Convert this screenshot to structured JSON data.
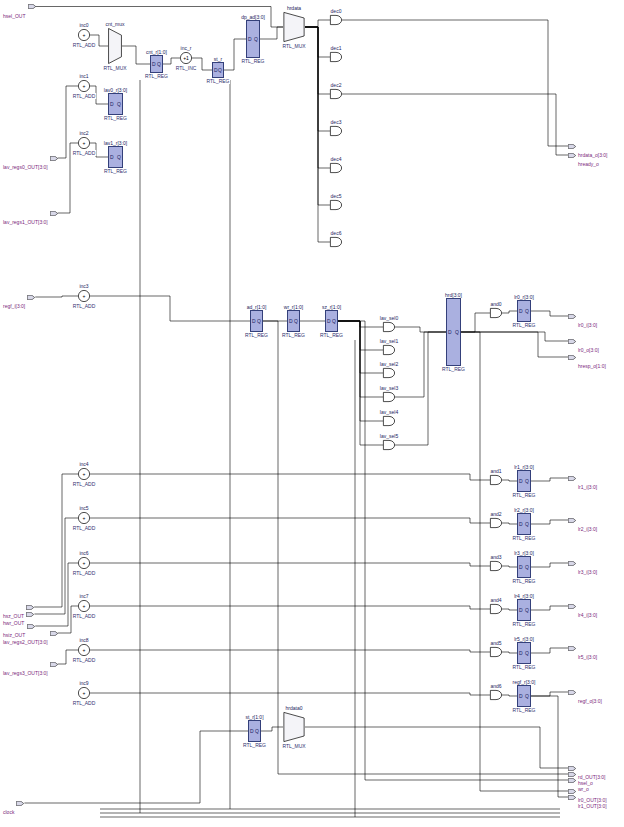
{
  "diagram": {
    "nodes": [
      {
        "text": [
          "hsel_OUT"
        ]
      },
      {
        "text": [
          "lav_regs0_OUT[3:0]"
        ]
      },
      {
        "text": [
          "lav_regs1_OUT[3:0]"
        ]
      },
      {
        "text": [
          "regf_i[3:0]"
        ]
      },
      {
        "text": [
          "hsz_OUT"
        ]
      },
      {
        "text": [
          "hwr_OUT"
        ]
      },
      {
        "text": [
          "hsiz_OUT"
        ]
      },
      {
        "text": [
          "lav_regs2_OUT[3:0]"
        ]
      },
      {
        "text": [
          "lav_regs3_OUT[3:0]"
        ]
      },
      {
        "text": [
          "clock"
        ]
      },
      {
        "text": [
          "hrdata_o[3:0]"
        ]
      },
      {
        "text": [
          "hready_o"
        ]
      },
      {
        "text": [
          "lr0_i[3:0]"
        ]
      },
      {
        "text": [
          "lr0_o[3:0]"
        ]
      },
      {
        "text": [
          "hresp_o[1:0]"
        ]
      },
      {
        "text": [
          "lr1_i[3:0]"
        ]
      },
      {
        "text": [
          "lr2_i[3:0]"
        ]
      },
      {
        "text": [
          "lr3_i[3:0]"
        ]
      },
      {
        "text": [
          "lr4_i[3:0]"
        ]
      },
      {
        "text": [
          "lr5_i[3:0]"
        ]
      },
      {
        "text": [
          "regf_o[3:0]"
        ]
      },
      {
        "text": [
          "rd_OUT[3:0]"
        ]
      },
      {
        "text": [
          "hsel_o"
        ]
      },
      {
        "text": [
          "wr_o"
        ]
      },
      {
        "text": [
          "lr0_OUT[3:0]"
        ]
      },
      {
        "text": [
          "lr1_OUT[3:0]"
        ]
      },
      {
        "text": [
          "inc0",
          "+",
          "RTL_ADD"
        ]
      },
      {
        "text": [
          "inc1",
          "+",
          "RTL_ADD"
        ]
      },
      {
        "text": [
          "inc2",
          "+",
          "RTL_ADD"
        ]
      },
      {
        "text": [
          "inc3",
          "+",
          "RTL_ADD"
        ]
      },
      {
        "text": [
          "inc4",
          "+",
          "RTL_ADD"
        ]
      },
      {
        "text": [
          "inc5",
          "+",
          "RTL_ADD"
        ]
      },
      {
        "text": [
          "inc6",
          "+",
          "RTL_ADD"
        ]
      },
      {
        "text": [
          "inc7",
          "+",
          "RTL_ADD"
        ]
      },
      {
        "text": [
          "inc8",
          "+",
          "RTL_ADD"
        ]
      },
      {
        "text": [
          "inc9",
          "+",
          "RTL_ADD"
        ]
      },
      {
        "text": [
          "cnt_mux",
          "RTL_MUX"
        ]
      },
      {
        "text": [
          "cnt_r[1:0]",
          "D",
          "Q",
          "RTL_REG"
        ]
      },
      {
        "text": [
          "lav0_r[3:0]",
          "D",
          "Q",
          "RTL_REG"
        ]
      },
      {
        "text": [
          "lav1_r[3:0]",
          "D",
          "Q",
          "RTL_REG"
        ]
      },
      {
        "text": [
          "inc_r",
          "+1",
          "RTL_INC"
        ]
      },
      {
        "text": [
          "st_r",
          "D",
          "Q",
          "RTL_REG"
        ]
      },
      {
        "text": [
          "dp_ad[3:0]",
          "D",
          "Q",
          "RTL_REG"
        ]
      },
      {
        "text": [
          "hrdata",
          "RTL_MUX"
        ]
      },
      {
        "text": [
          "dec0"
        ]
      },
      {
        "text": [
          "dec1"
        ]
      },
      {
        "text": [
          "dec2"
        ]
      },
      {
        "text": [
          "dec3"
        ]
      },
      {
        "text": [
          "dec4"
        ]
      },
      {
        "text": [
          "dec5"
        ]
      },
      {
        "text": [
          "dec6"
        ]
      },
      {
        "text": [
          "ad_r[1:0]",
          "D",
          "Q",
          "RTL_REG"
        ]
      },
      {
        "text": [
          "wr_r[1:0]",
          "D",
          "Q",
          "RTL_REG"
        ]
      },
      {
        "text": [
          "sz_r[1:0]",
          "D",
          "Q",
          "RTL_REG"
        ]
      },
      {
        "text": [
          "lav_sel0"
        ]
      },
      {
        "text": [
          "lav_sel1"
        ]
      },
      {
        "text": [
          "lav_sel2"
        ]
      },
      {
        "text": [
          "lav_sel3"
        ]
      },
      {
        "text": [
          "lav_sel4"
        ]
      },
      {
        "text": [
          "lav_sel5"
        ]
      },
      {
        "text": [
          "hrd[3:0]",
          "D",
          "Q",
          "RTL_REG"
        ]
      },
      {
        "text": [
          "and0"
        ]
      },
      {
        "text": [
          "and1"
        ]
      },
      {
        "text": [
          "and2"
        ]
      },
      {
        "text": [
          "and3"
        ]
      },
      {
        "text": [
          "and4"
        ]
      },
      {
        "text": [
          "and5"
        ]
      },
      {
        "text": [
          "and6"
        ]
      },
      {
        "text": [
          "lr0_r[3:0]",
          "D",
          "Q",
          "RTL_REG"
        ]
      },
      {
        "text": [
          "lr1_r[3:0]",
          "D",
          "Q",
          "RTL_REG"
        ]
      },
      {
        "text": [
          "lr2_r[3:0]",
          "D",
          "Q",
          "RTL_REG"
        ]
      },
      {
        "text": [
          "lr3_r[3:0]",
          "D",
          "Q",
          "RTL_REG"
        ]
      },
      {
        "text": [
          "lr4_r[3:0]",
          "D",
          "Q",
          "RTL_REG"
        ]
      },
      {
        "text": [
          "lr5_r[3:0]",
          "D",
          "Q",
          "RTL_REG"
        ]
      },
      {
        "text": [
          "regf_r[3:0]",
          "D",
          "Q",
          "RTL_REG"
        ]
      },
      {
        "text": [
          "st_r[1:0]",
          "D",
          "Q",
          "RTL_REG"
        ]
      },
      {
        "text": [
          "hrdata0",
          "RTL_MUX"
        ]
      }
    ],
    "edges": [
      {
        "from": 0,
        "to": 43,
        "arrow": "none"
      },
      {
        "from": 26,
        "to": 36,
        "arrow": "none"
      },
      {
        "from": 36,
        "to": 37,
        "arrow": "none"
      },
      {
        "from": 37,
        "to": 40,
        "arrow": "none"
      },
      {
        "from": 40,
        "to": 41,
        "arrow": "none"
      },
      {
        "from": 41,
        "to": 42,
        "arrow": "none"
      },
      {
        "from": 42,
        "to": 43,
        "arrow": "none"
      },
      {
        "from": 1,
        "to": 27,
        "arrow": "none"
      },
      {
        "from": 2,
        "to": 28,
        "arrow": "none"
      },
      {
        "from": 27,
        "to": 38,
        "arrow": "none"
      },
      {
        "from": 28,
        "to": 39,
        "arrow": "none"
      },
      {
        "from": 43,
        "to": 44,
        "arrow": "none"
      },
      {
        "from": 43,
        "to": 45,
        "arrow": "none"
      },
      {
        "from": 43,
        "to": 46,
        "arrow": "none"
      },
      {
        "from": 43,
        "to": 47,
        "arrow": "none"
      },
      {
        "from": 43,
        "to": 48,
        "arrow": "none"
      },
      {
        "from": 43,
        "to": 49,
        "arrow": "none"
      },
      {
        "from": 43,
        "to": 50,
        "arrow": "none"
      },
      {
        "from": 44,
        "to": 10,
        "arrow": "none"
      },
      {
        "from": 46,
        "to": 11,
        "arrow": "none"
      },
      {
        "from": 3,
        "to": 29,
        "arrow": "none"
      },
      {
        "from": 29,
        "to": 51,
        "arrow": "none"
      },
      {
        "from": 51,
        "to": 52,
        "arrow": "none"
      },
      {
        "from": 52,
        "to": 53,
        "arrow": "none"
      },
      {
        "from": 53,
        "to": 54,
        "arrow": "none"
      },
      {
        "from": 53,
        "to": 55,
        "arrow": "none"
      },
      {
        "from": 53,
        "to": 56,
        "arrow": "none"
      },
      {
        "from": 53,
        "to": 57,
        "arrow": "none"
      },
      {
        "from": 53,
        "to": 58,
        "arrow": "none"
      },
      {
        "from": 53,
        "to": 59,
        "arrow": "none"
      },
      {
        "from": 54,
        "to": 60,
        "arrow": "none"
      },
      {
        "from": 57,
        "to": 60,
        "arrow": "none"
      },
      {
        "from": 59,
        "to": 60,
        "arrow": "none"
      },
      {
        "from": 60,
        "to": 61,
        "arrow": "none"
      },
      {
        "from": 61,
        "to": 68,
        "arrow": "none"
      },
      {
        "from": 68,
        "to": 12,
        "arrow": "none"
      },
      {
        "from": 60,
        "to": 13,
        "arrow": "none"
      },
      {
        "from": 60,
        "to": 14,
        "arrow": "none"
      },
      {
        "from": 30,
        "to": 62,
        "arrow": "none"
      },
      {
        "from": 31,
        "to": 63,
        "arrow": "none"
      },
      {
        "from": 32,
        "to": 64,
        "arrow": "none"
      },
      {
        "from": 33,
        "to": 65,
        "arrow": "none"
      },
      {
        "from": 34,
        "to": 66,
        "arrow": "none"
      },
      {
        "from": 35,
        "to": 67,
        "arrow": "none"
      },
      {
        "from": 62,
        "to": 69,
        "arrow": "none"
      },
      {
        "from": 63,
        "to": 70,
        "arrow": "none"
      },
      {
        "from": 64,
        "to": 71,
        "arrow": "none"
      },
      {
        "from": 65,
        "to": 72,
        "arrow": "none"
      },
      {
        "from": 66,
        "to": 73,
        "arrow": "none"
      },
      {
        "from": 67,
        "to": 74,
        "arrow": "none"
      },
      {
        "from": 69,
        "to": 15,
        "arrow": "none"
      },
      {
        "from": 70,
        "to": 16,
        "arrow": "none"
      },
      {
        "from": 71,
        "to": 17,
        "arrow": "none"
      },
      {
        "from": 72,
        "to": 18,
        "arrow": "none"
      },
      {
        "from": 73,
        "to": 19,
        "arrow": "none"
      },
      {
        "from": 74,
        "to": 20,
        "arrow": "none"
      },
      {
        "from": 4,
        "to": 30,
        "arrow": "none"
      },
      {
        "from": 5,
        "to": 31,
        "arrow": "none"
      },
      {
        "from": 6,
        "to": 32,
        "arrow": "none"
      },
      {
        "from": 7,
        "to": 33,
        "arrow": "none"
      },
      {
        "from": 8,
        "to": 34,
        "arrow": "none"
      },
      {
        "from": 9,
        "to": 75,
        "arrow": "none"
      },
      {
        "from": 75,
        "to": 76,
        "arrow": "none"
      },
      {
        "from": 76,
        "to": 21,
        "arrow": "none"
      },
      {
        "from": 53,
        "to": 23,
        "arrow": "none"
      },
      {
        "from": 51,
        "to": 22,
        "arrow": "none"
      },
      {
        "from": 60,
        "to": 24,
        "arrow": "none"
      },
      {
        "from": 74,
        "to": 25,
        "arrow": "none"
      }
    ]
  }
}
